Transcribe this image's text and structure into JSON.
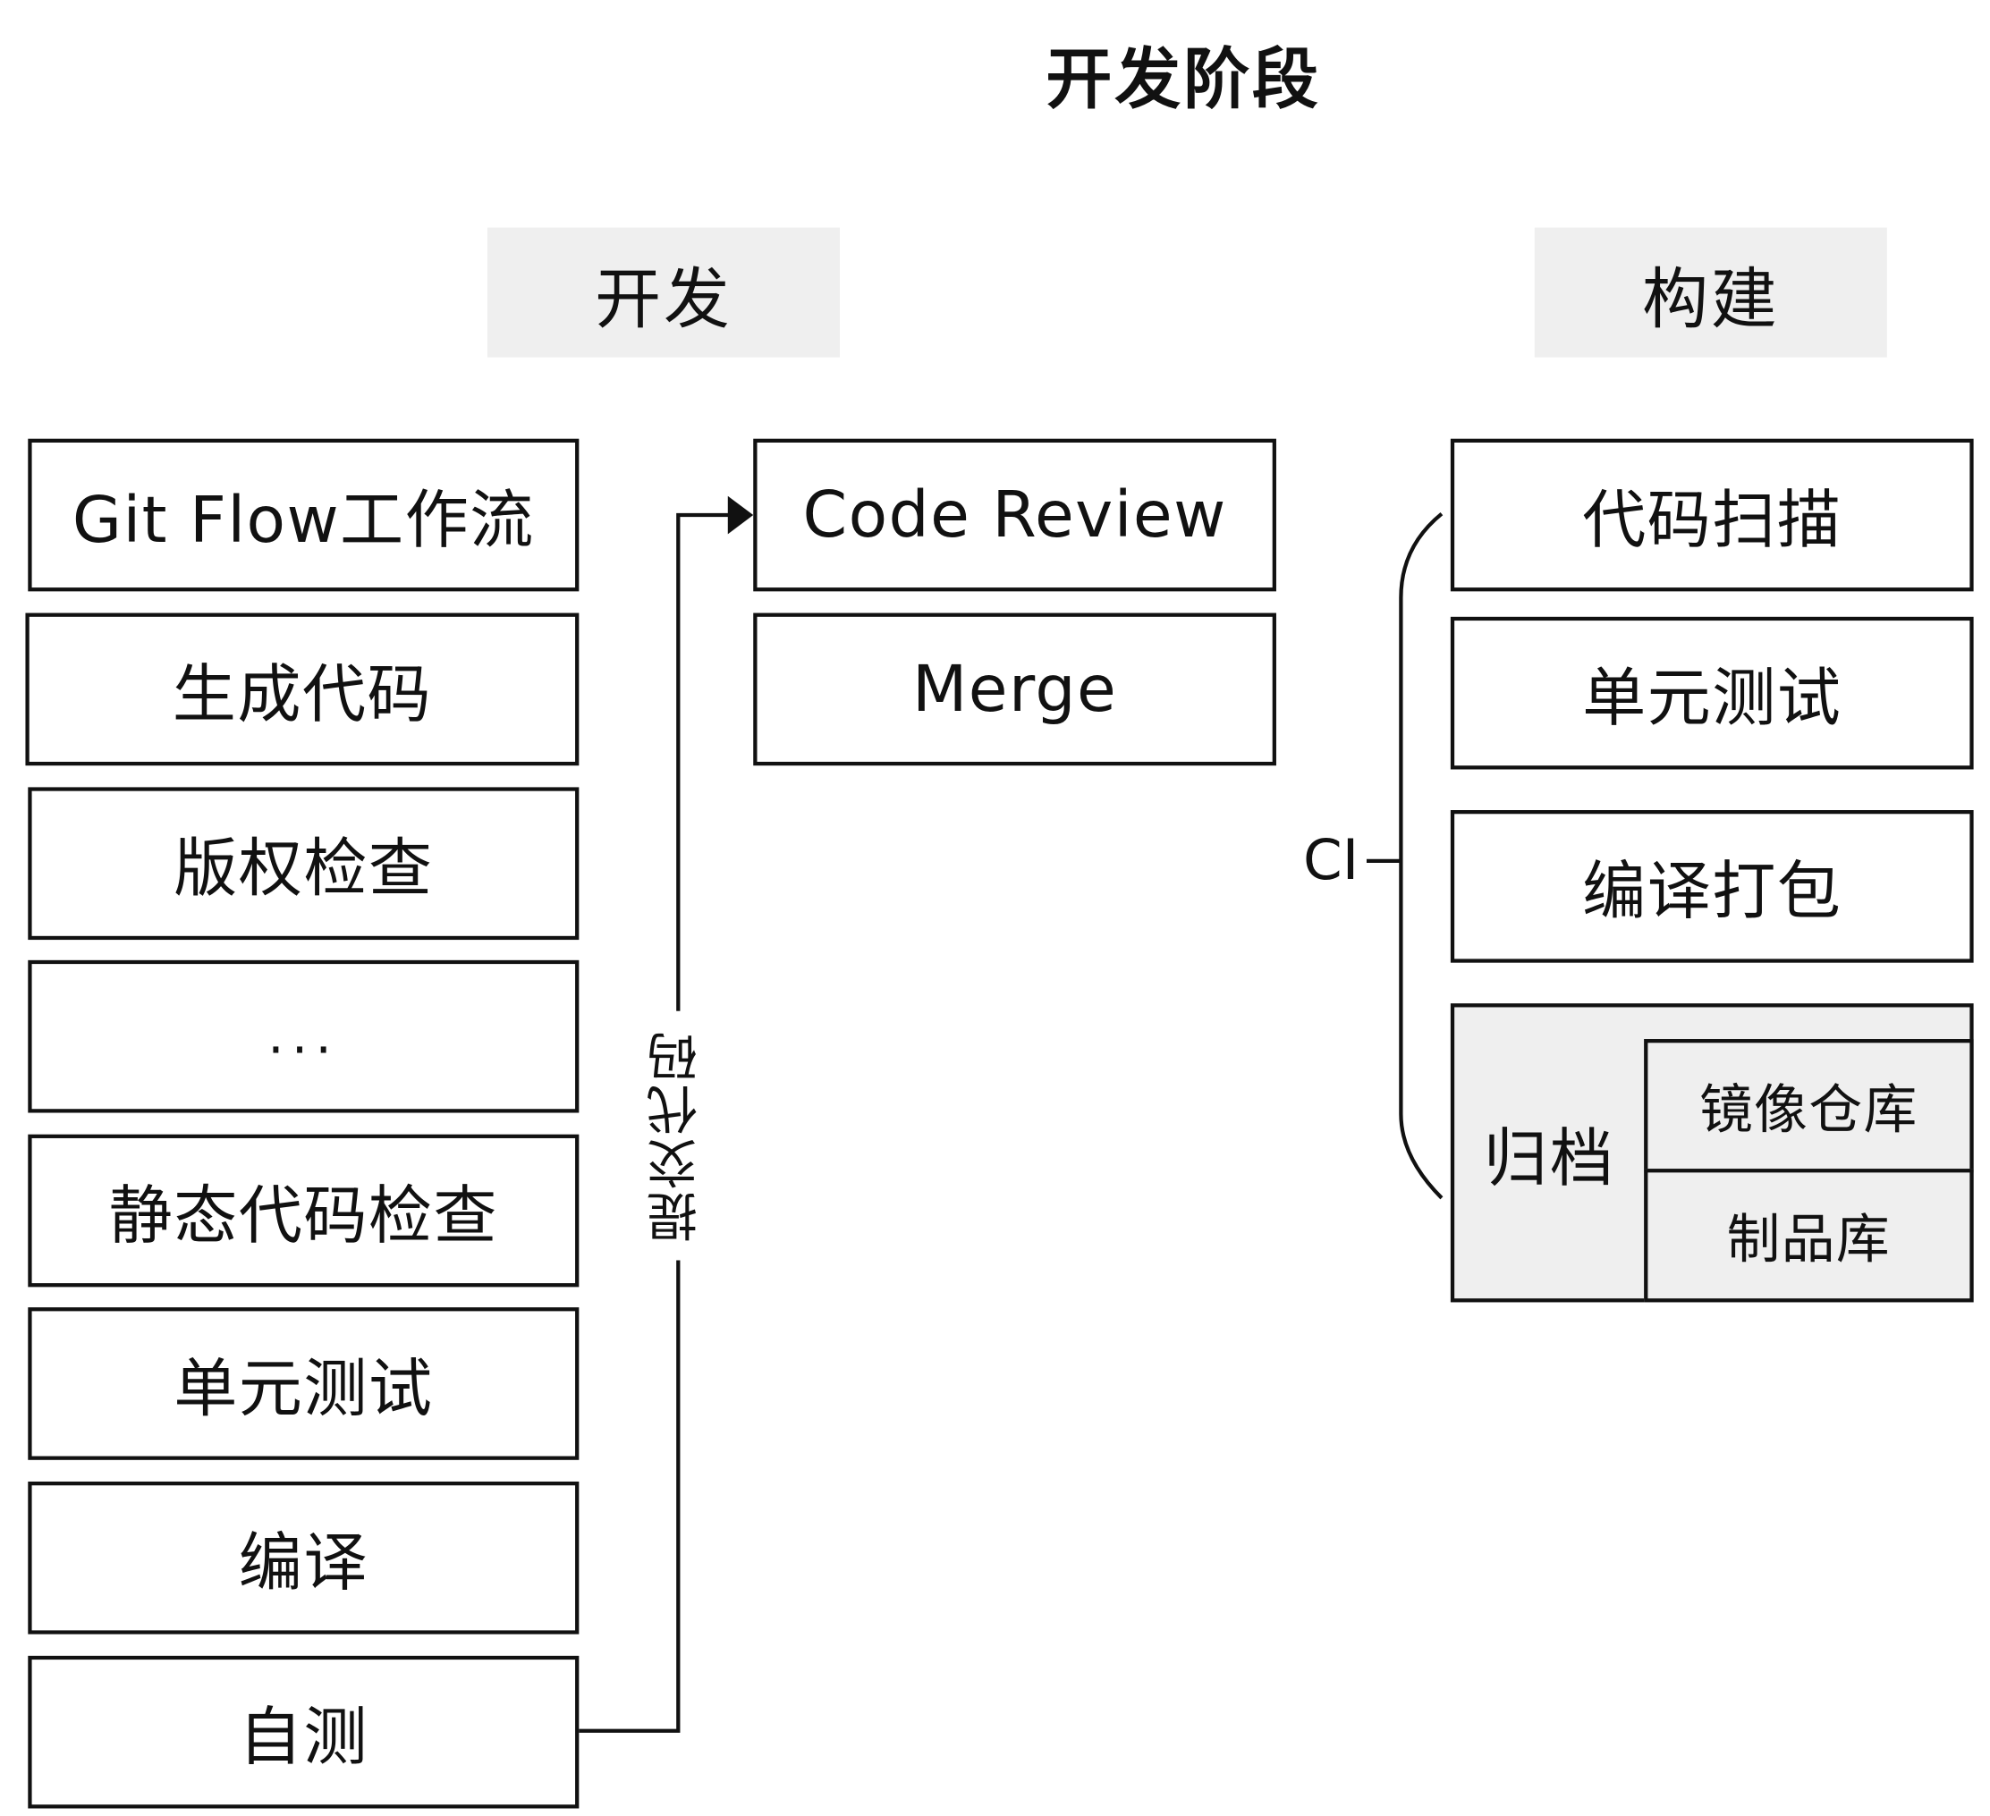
{
  "diagram": {
    "title": "开发阶段",
    "develop": {
      "header": "开发",
      "steps": [
        "Git Flow工作流",
        "生成代码",
        "版权检查",
        "...",
        "静态代码检查",
        "单元测试",
        "编译",
        "自测"
      ],
      "submit_label": "提交代码",
      "review_steps": [
        "Code Review",
        "Merge"
      ]
    },
    "build": {
      "header": "构建",
      "ci_label": "CI",
      "steps": [
        "代码扫描",
        "单元测试",
        "编译打包"
      ],
      "archive": {
        "label": "归档",
        "targets": [
          "镜像仓库",
          "制品库"
        ]
      }
    }
  }
}
